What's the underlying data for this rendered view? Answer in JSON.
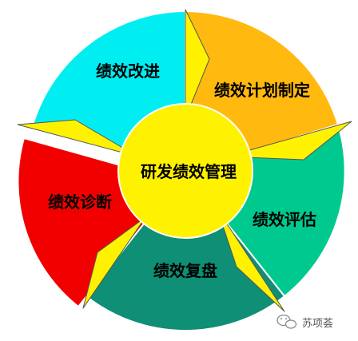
{
  "diagram": {
    "center": {
      "label": "研发绩效管理",
      "color": "#FFF200"
    },
    "segments": [
      {
        "label": "绩效改进",
        "color": "#00EEF2"
      },
      {
        "label": "绩效计划制定",
        "color": "#FFB90F"
      },
      {
        "label": "绩效评估",
        "color": "#00C98F"
      },
      {
        "label": "绩效复盘",
        "color": "#0F8F75"
      },
      {
        "label": "绩效诊断",
        "color": "#F20000"
      }
    ],
    "arrow_color": "#FFF200",
    "outline_color": "#555555"
  },
  "watermark": {
    "text": "苏项荟",
    "icon": "wechat-icon"
  }
}
